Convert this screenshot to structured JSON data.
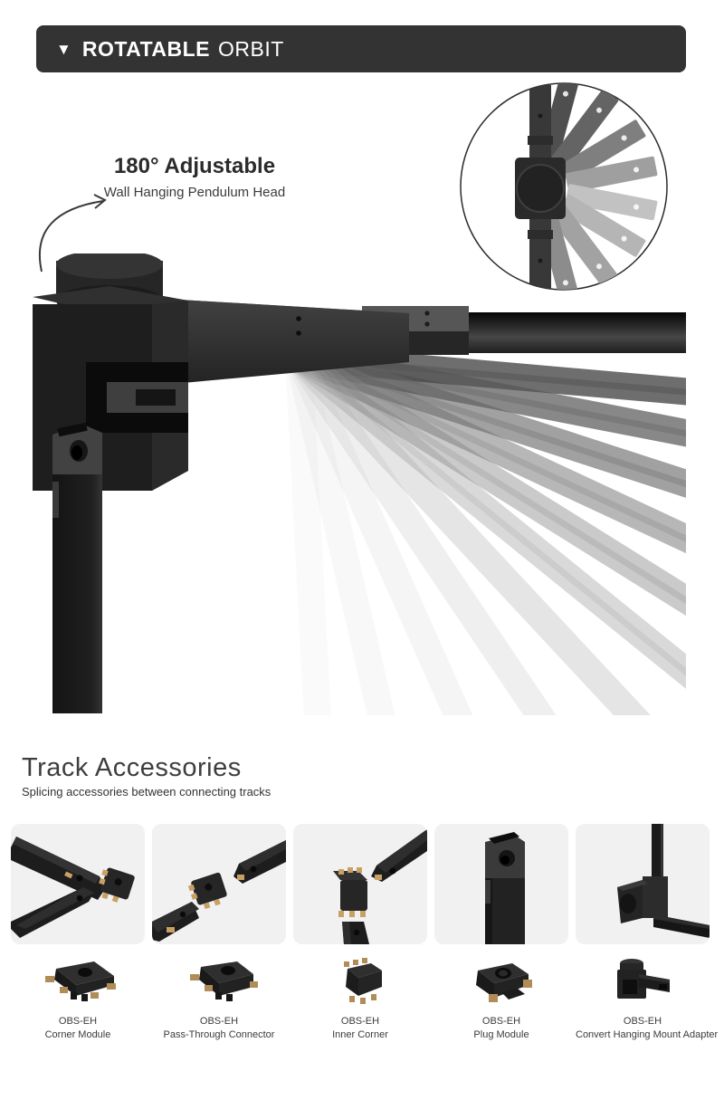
{
  "header": {
    "marker": "▼",
    "title_bold": "ROTATABLE",
    "title_light": "ORBIT"
  },
  "hero": {
    "feature_title": "180° Adjustable",
    "feature_subtitle": "Wall Hanging Pendulum Head",
    "inset_icon": "rotation-fan-inset",
    "illustration": "wall-pendulum-head-rotation-fan"
  },
  "accessories": {
    "heading": "Track Accessories",
    "subheading": "Splicing accessories between connecting tracks",
    "items": [
      {
        "code": "OBS-EH",
        "name": "Corner Module"
      },
      {
        "code": "OBS-EH",
        "name": "Pass-Through Connector"
      },
      {
        "code": "OBS-EH",
        "name": "Inner Corner"
      },
      {
        "code": "OBS-EH",
        "name": "Plug Module"
      },
      {
        "code": "OBS-EH",
        "name": "Convert Hanging Mount Adapter"
      }
    ]
  },
  "colors": {
    "banner_bg": "#333333",
    "tile_bg": "#f1f1f1",
    "track_black": "#1e1e1e",
    "contact_gold": "#c9a063"
  }
}
